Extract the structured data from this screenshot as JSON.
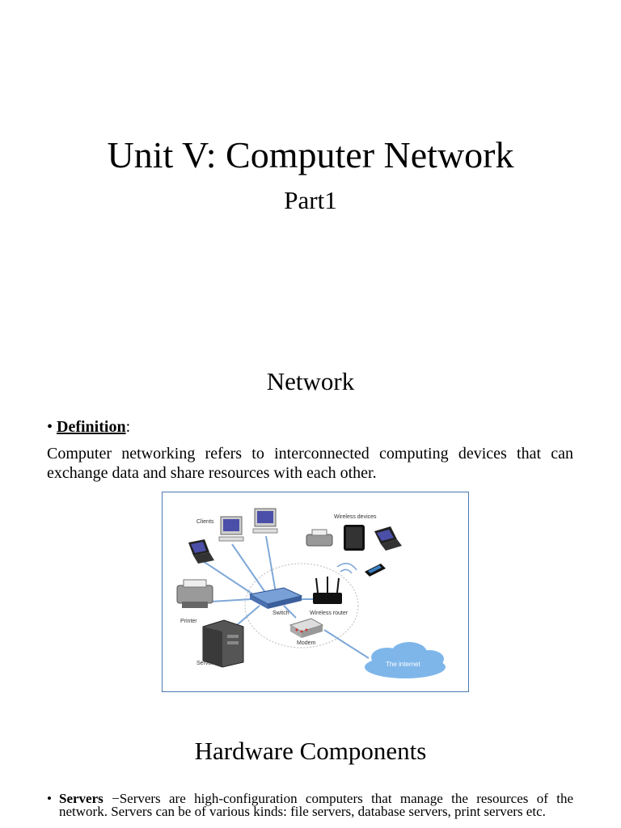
{
  "slide1": {
    "title": "Unit V: Computer Network",
    "subtitle": "Part1"
  },
  "slide2": {
    "title": "Network",
    "bullet_label": "Definition",
    "bullet_suffix": ":",
    "definition": "Computer networking refers to interconnected computing devices that can exchange data and share resources with each other.",
    "diagram": {
      "labels": {
        "clients": "Clients",
        "wireless_devices": "Wireless devices",
        "printer": "Printer",
        "server": "Server",
        "switch": "Switch",
        "wireless_router": "Wireless router",
        "modem": "Modem",
        "internet": "The internet"
      },
      "colors": {
        "link": "#7fa8d8",
        "cloud": "#7eb6ea",
        "border": "#4a78b5"
      }
    }
  },
  "slide3": {
    "title": "Hardware Components",
    "item_label": "Servers",
    "item_text": " −Servers are high-configuration computers that manage the resources of the network. Servers can be of various kinds: file servers, database servers, print servers etc."
  }
}
